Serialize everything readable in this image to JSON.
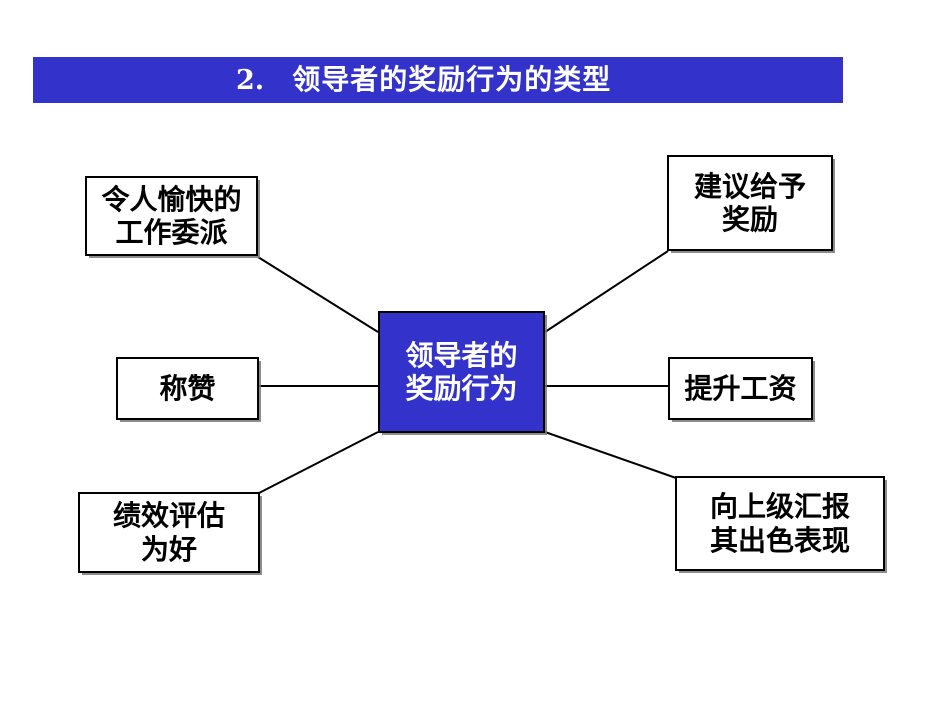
{
  "slide": {
    "background_color": "#FFFFFF",
    "accent_color": "#3333CC",
    "outline_color": "#000000"
  },
  "title": {
    "number": "2.",
    "text": "领导者的奖励行为的类型",
    "banner_color": "#3333CC",
    "text_color": "#FFFFFF"
  },
  "diagram": {
    "type": "mind-map",
    "center": {
      "id": "center",
      "lines": [
        "领导者的",
        "奖励行为"
      ],
      "fill_color": "#3333CC",
      "text_color": "#FFFFFF"
    },
    "nodes": [
      {
        "id": "top-left",
        "lines": [
          "令人愉快的",
          "工作委派"
        ],
        "fill_color": "#FFFFFF",
        "text_color": "#000000"
      },
      {
        "id": "middle-left",
        "lines": [
          "称赞"
        ],
        "fill_color": "#FFFFFF",
        "text_color": "#000000"
      },
      {
        "id": "bottom-left",
        "lines": [
          "绩效评估",
          "为好"
        ],
        "fill_color": "#FFFFFF",
        "text_color": "#000000"
      },
      {
        "id": "top-right",
        "lines": [
          "建议给予",
          "奖励"
        ],
        "fill_color": "#FFFFFF",
        "text_color": "#000000"
      },
      {
        "id": "middle-right",
        "lines": [
          "提升工资"
        ],
        "fill_color": "#FFFFFF",
        "text_color": "#000000"
      },
      {
        "id": "bottom-right",
        "lines": [
          "向上级汇报",
          "其出色表现"
        ],
        "fill_color": "#FFFFFF",
        "text_color": "#000000"
      }
    ],
    "connectors": [
      {
        "from": "top-left",
        "to": "center"
      },
      {
        "from": "middle-left",
        "to": "center"
      },
      {
        "from": "bottom-left",
        "to": "center"
      },
      {
        "from": "top-right",
        "to": "center"
      },
      {
        "from": "middle-right",
        "to": "center"
      },
      {
        "from": "bottom-right",
        "to": "center"
      }
    ]
  }
}
